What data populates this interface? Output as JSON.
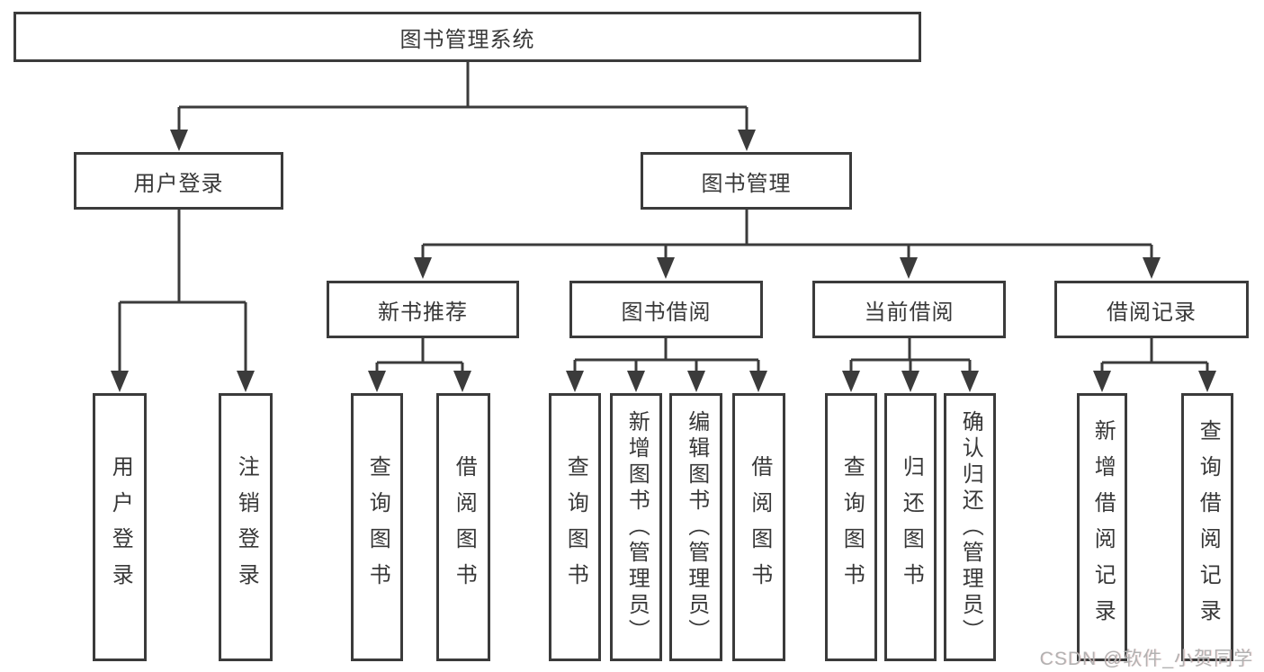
{
  "diagram": {
    "root": "图书管理系统",
    "level1": {
      "user_login": "用户登录",
      "book_mgmt": "图书管理"
    },
    "level2": {
      "new_book": "新书推荐",
      "book_borrow": "图书借阅",
      "current_borrow": "当前借阅",
      "borrow_record": "借阅记录"
    },
    "leaves": {
      "user_login": "用户登录",
      "logout": "注销登录",
      "nb_query": "查询图书",
      "nb_borrow": "借阅图书",
      "bb_query": "查询图书",
      "bb_add": "新增图书（管理员）",
      "bb_edit": "编辑图书（管理员）",
      "bb_borrow": "借阅图书",
      "cb_query": "查询图书",
      "cb_return": "归还图书",
      "cb_confirm": "确认归还（管理员）",
      "br_add": "新增借阅记录",
      "br_query": "查询借阅记录"
    },
    "watermark": "CSDN @软件_小贺同学",
    "colors": {
      "line": "#3b3b3b",
      "text": "#383838",
      "watermark": "#b2b2b2"
    }
  }
}
